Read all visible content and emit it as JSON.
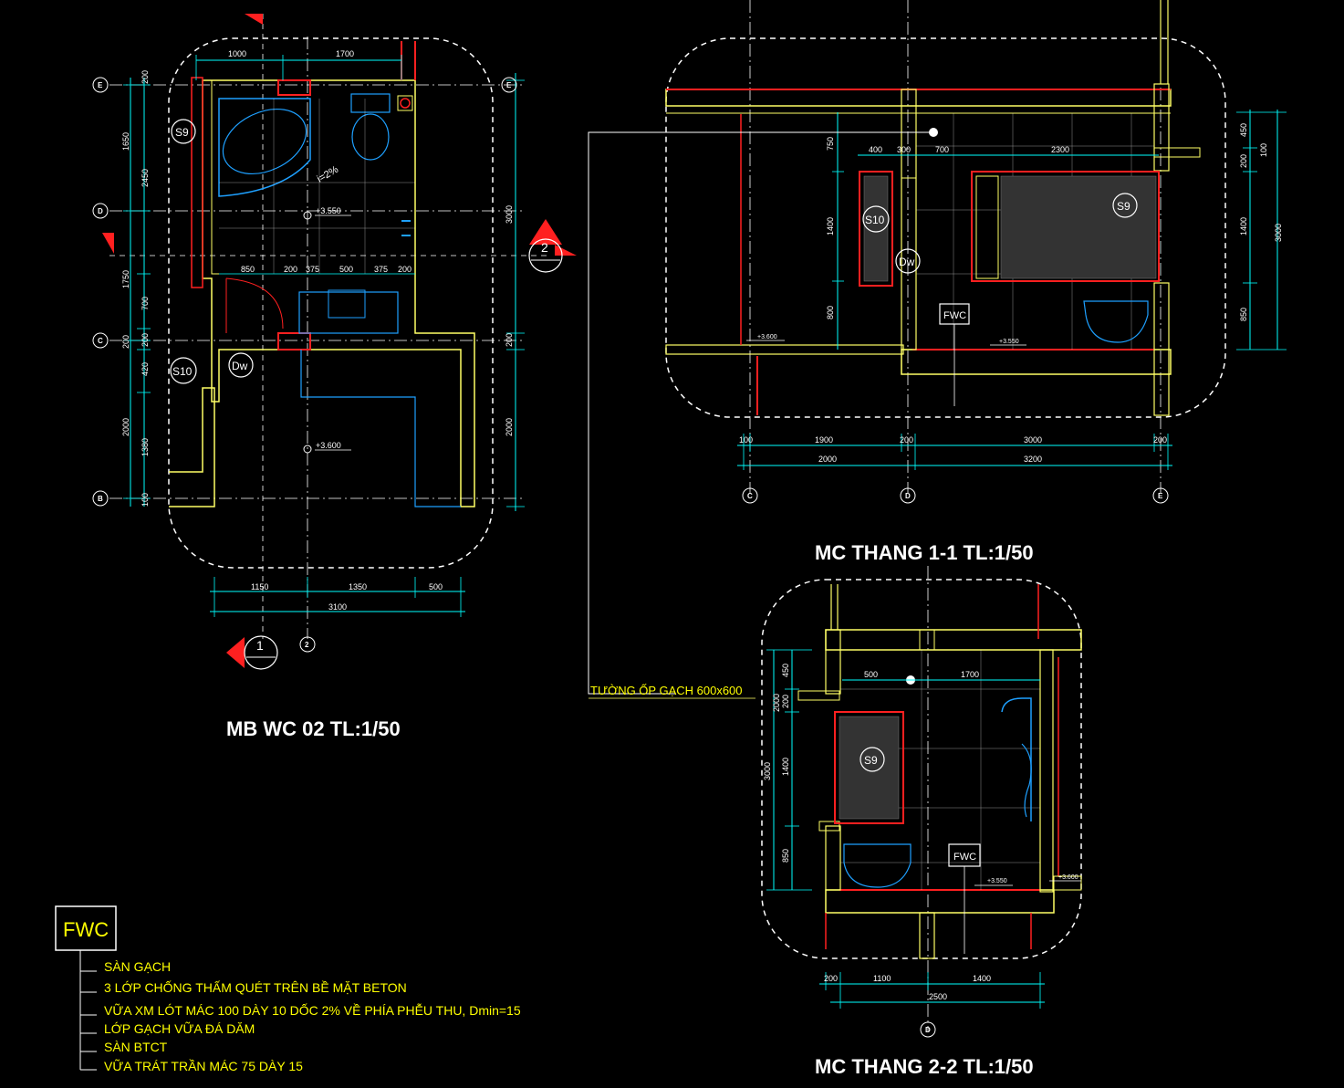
{
  "titles": {
    "plan": "MB WC 02  TL:1/50",
    "section1": "MC THANG 1-1 TL:1/50",
    "section2": "MC THANG 2-2 TL:1/50"
  },
  "leader_note": "TƯỜNG ỐP GẠCH 600x600",
  "legend": {
    "tag": "FWC",
    "layers": [
      "SÀN GẠCH",
      "3 LỚP CHỐNG THẤM QUÉT TRÊN BỀ MẶT BETON",
      "VỮA XM LÓT MÁC 100 DÀY 10 DỐC 2% VỀ PHÍA PHỄU THU, Dmin=15",
      "LỚP GẠCH VỮA ĐÁ DĂM",
      "SÀN BTCT",
      "VỮA TRÁT TRẦN MÁC 75 DÀY 15"
    ]
  },
  "plan": {
    "grid_rows": [
      "E",
      "D",
      "C",
      "B"
    ],
    "grid_cols": [
      "2"
    ],
    "top_dims": [
      "1000",
      "1700"
    ],
    "left_dims_outer": [
      "1650",
      "1750",
      "200",
      "420",
      "2000"
    ],
    "left_dims_mid": [
      "2450",
      "700",
      "200",
      "1380",
      "100",
      "200"
    ],
    "right_dims": [
      "3000",
      "200",
      "2000"
    ],
    "bottom_dims": [
      "1150",
      "1350",
      "500"
    ],
    "bottom_total": "3100",
    "inner_dims": [
      "850",
      "200",
      "375",
      "500",
      "375",
      "200"
    ],
    "levels": [
      "+3.550",
      "+3.600"
    ],
    "slope": "i=2%",
    "tags": [
      "S9",
      "S10",
      "Dw"
    ],
    "section_marks": [
      "1",
      "2"
    ]
  },
  "section1": {
    "top_dims": [
      "400",
      "300",
      "700",
      "2300"
    ],
    "left_dims": [
      "750",
      "1400",
      "800"
    ],
    "right_dims_inner": [
      "450",
      "200",
      "1400",
      "850"
    ],
    "right_dims_outer": [
      "100",
      "3000"
    ],
    "bottom_dims": [
      "100",
      "1900",
      "200",
      "3000",
      "200"
    ],
    "bottom_totals": [
      "2000",
      "3200"
    ],
    "grid_cols": [
      "C",
      "D",
      "E"
    ],
    "levels": [
      "+3.600",
      "+3.550"
    ],
    "tags": [
      "S10",
      "S9",
      "Dw",
      "FWC"
    ]
  },
  "section2": {
    "top_dims": [
      "500",
      "1700"
    ],
    "left_dims_inner": [
      "450",
      "200",
      "1400",
      "850"
    ],
    "left_dims_outer": [
      "2000",
      "3000"
    ],
    "bottom_dims": [
      "200",
      "1100",
      "1400"
    ],
    "bottom_total": "2500",
    "grid_cols": [
      "D"
    ],
    "levels": [
      "+3.550",
      "+3.600"
    ],
    "tags": [
      "S9",
      "FWC"
    ]
  },
  "colors": {
    "background": "#000000",
    "dimension": "#00ffff",
    "wall": "#ffff66",
    "tile_outline": "#ff2020",
    "fixture": "#1ea0ff",
    "text": "#ffffff",
    "note": "#ffff00"
  }
}
